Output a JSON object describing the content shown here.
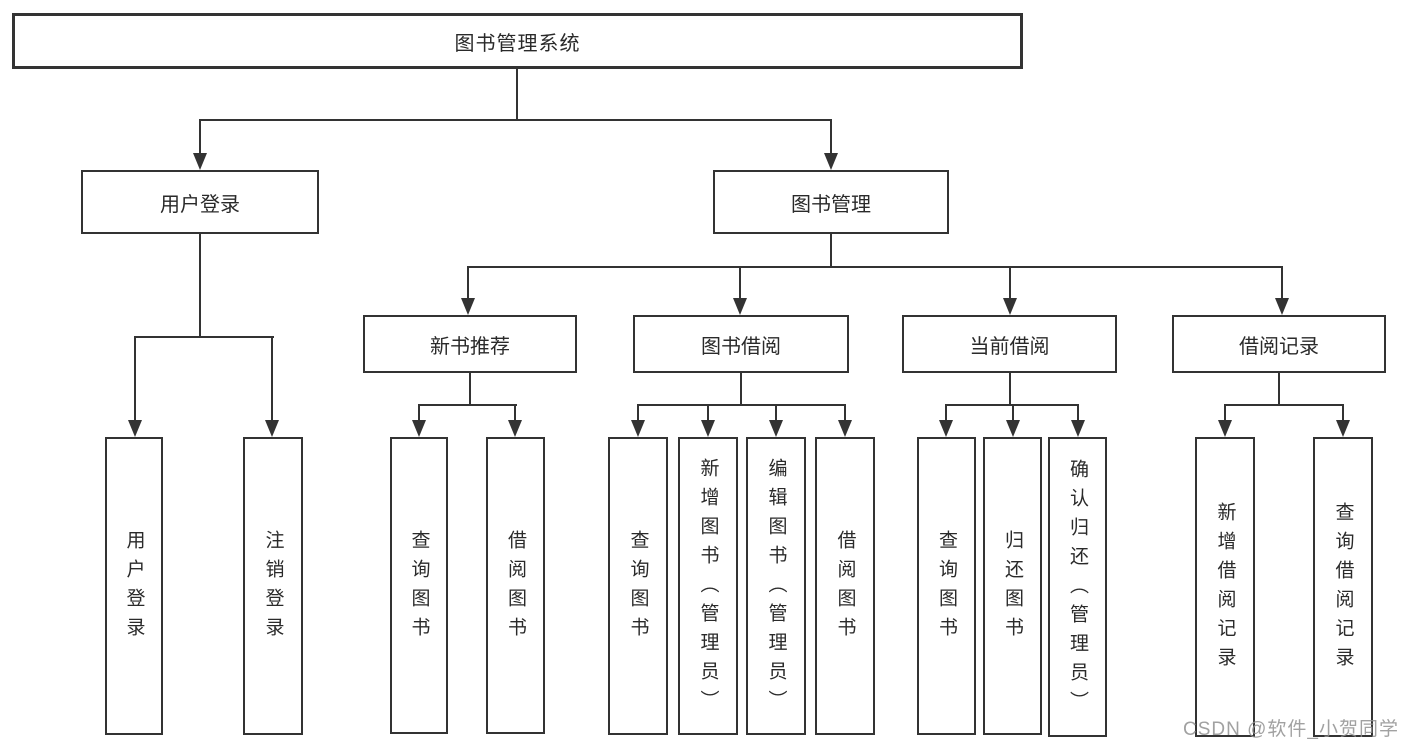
{
  "diagram_title": "图书管理系统",
  "tree": {
    "label": "图书管理系统",
    "children": [
      {
        "label": "用户登录",
        "children": [
          {
            "label": "用户登录"
          },
          {
            "label": "注销登录"
          }
        ]
      },
      {
        "label": "图书管理",
        "children": [
          {
            "label": "新书推荐",
            "children": [
              {
                "label": "查询图书"
              },
              {
                "label": "借阅图书"
              }
            ]
          },
          {
            "label": "图书借阅",
            "children": [
              {
                "label": "查询图书"
              },
              {
                "label": "新增图书（管理员）"
              },
              {
                "label": "编辑图书（管理员）"
              },
              {
                "label": "借阅图书"
              }
            ]
          },
          {
            "label": "当前借阅",
            "children": [
              {
                "label": "查询图书"
              },
              {
                "label": "归还图书"
              },
              {
                "label": "确认归还（管理员）"
              }
            ]
          },
          {
            "label": "借阅记录",
            "children": [
              {
                "label": "新增借阅记录"
              },
              {
                "label": "查询借阅记录"
              }
            ]
          }
        ]
      }
    ]
  },
  "watermark": {
    "text": "CSDN @软件_小贺同学"
  },
  "colors": {
    "line": "#333333",
    "text": "#2a2a2a",
    "background": "#ffffff",
    "watermark": "#919191"
  }
}
